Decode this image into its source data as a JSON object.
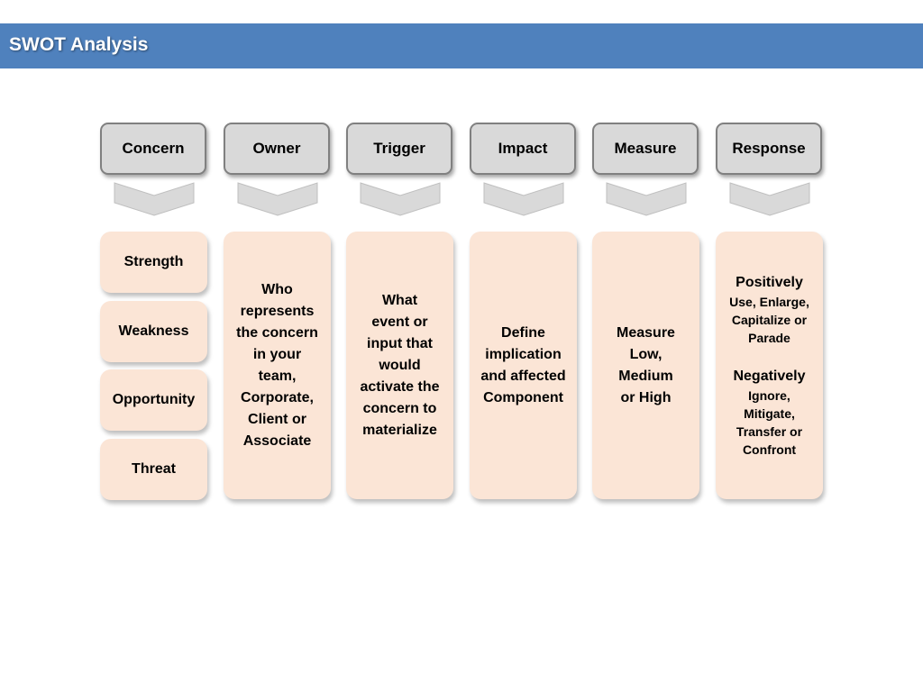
{
  "title": "SWOT Analysis",
  "headers": [
    "Concern",
    "Owner",
    "Trigger",
    "Impact",
    "Measure",
    "Response"
  ],
  "concerns": [
    "Strength",
    "Weakness",
    "Opportunity",
    "Threat"
  ],
  "owner": [
    "Who",
    "represents",
    "the concern",
    "in your",
    "team,",
    "Corporate,",
    "Client or",
    "Associate"
  ],
  "trigger": [
    "What",
    "event or",
    "input that",
    "would",
    "activate the",
    "concern to",
    "materialize"
  ],
  "impact": [
    "Define",
    "implication",
    "and affected",
    "Component"
  ],
  "measure": [
    "Measure",
    "Low,",
    "Medium",
    "or High"
  ],
  "response": {
    "positive_head": "Positively",
    "positive_body": [
      "Use, Enlarge,",
      "Capitalize or",
      "Parade"
    ],
    "negative_head": "Negatively",
    "negative_body": [
      "Ignore,",
      "Mitigate,",
      "Transfer or",
      "Confront"
    ]
  },
  "colors": {
    "title_bar": "#4f81bd",
    "header_fill": "#d9d9d9",
    "header_border": "#808080",
    "card_fill": "#fbe5d6",
    "chevron_fill": "#d9d9d9"
  }
}
